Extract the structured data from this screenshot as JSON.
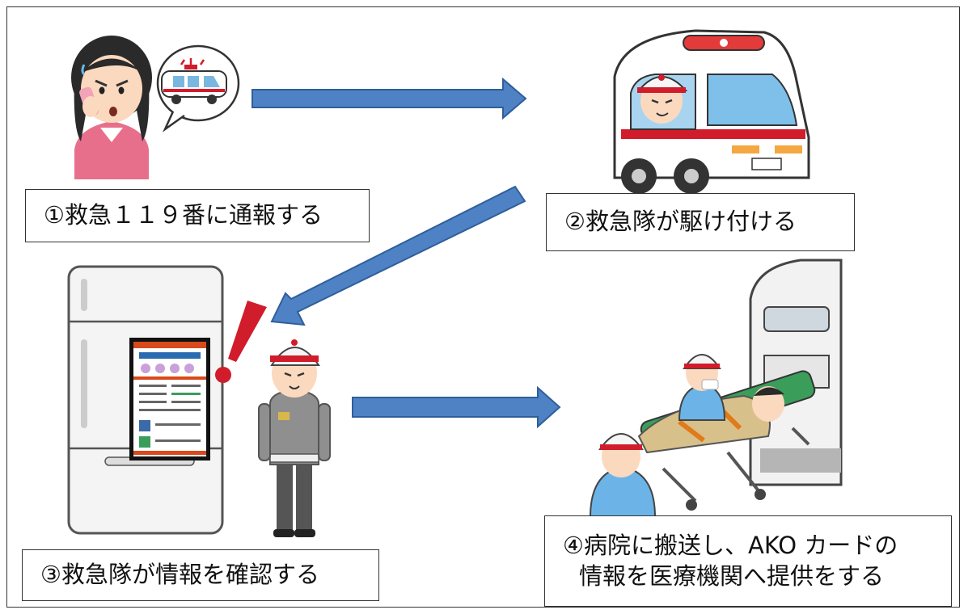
{
  "steps": [
    {
      "label": "①救急１１９番に通報する"
    },
    {
      "label": "②救急隊が駆け付ける"
    },
    {
      "label": "③救急隊が情報を確認する"
    },
    {
      "label_line1": "④病院に搬送し、AKO カードの",
      "label_line2": "情報を医療機関へ提供をする"
    }
  ],
  "colors": {
    "arrow_fill": "#4e82c4",
    "arrow_stroke": "#2f5f9a",
    "alert_red": "#d01c2b"
  },
  "icons": [
    "person-calling-icon",
    "speech-bubble-ambulance-icon",
    "ambulance-driver-icon",
    "refrigerator-icon",
    "info-poster-icon",
    "exclamation-icon",
    "paramedic-icon",
    "stretcher-transfer-icon"
  ]
}
